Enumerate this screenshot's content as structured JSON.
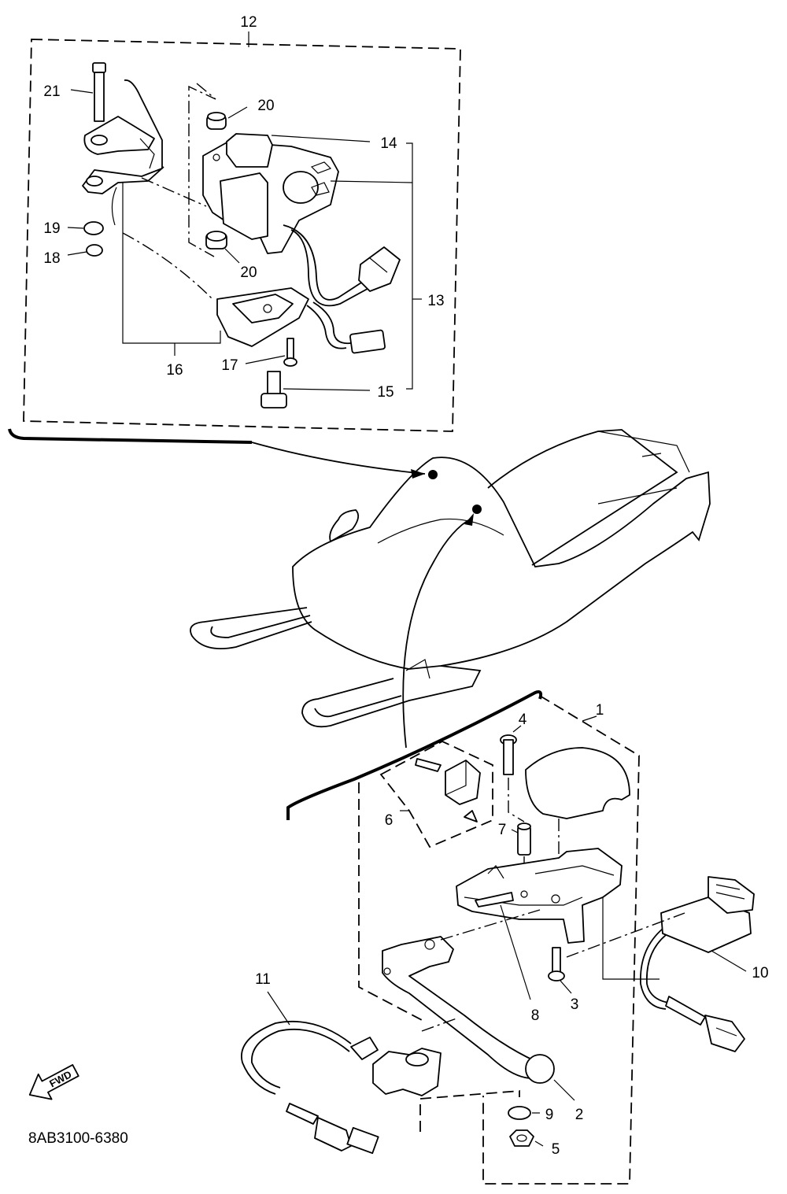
{
  "callouts": {
    "c1": "1",
    "c2": "2",
    "c3": "3",
    "c4": "4",
    "c5": "5",
    "c6": "6",
    "c7": "7",
    "c8": "8",
    "c9": "9",
    "c10": "10",
    "c11": "11",
    "c12": "12",
    "c13": "13",
    "c14": "14",
    "c15": "15",
    "c16": "16",
    "c17": "17",
    "c18": "18",
    "c19": "19",
    "c20a": "20",
    "c20b": "20",
    "c21": "21"
  },
  "forward_label": "FWD",
  "drawing_code": "8AB3100-6380"
}
